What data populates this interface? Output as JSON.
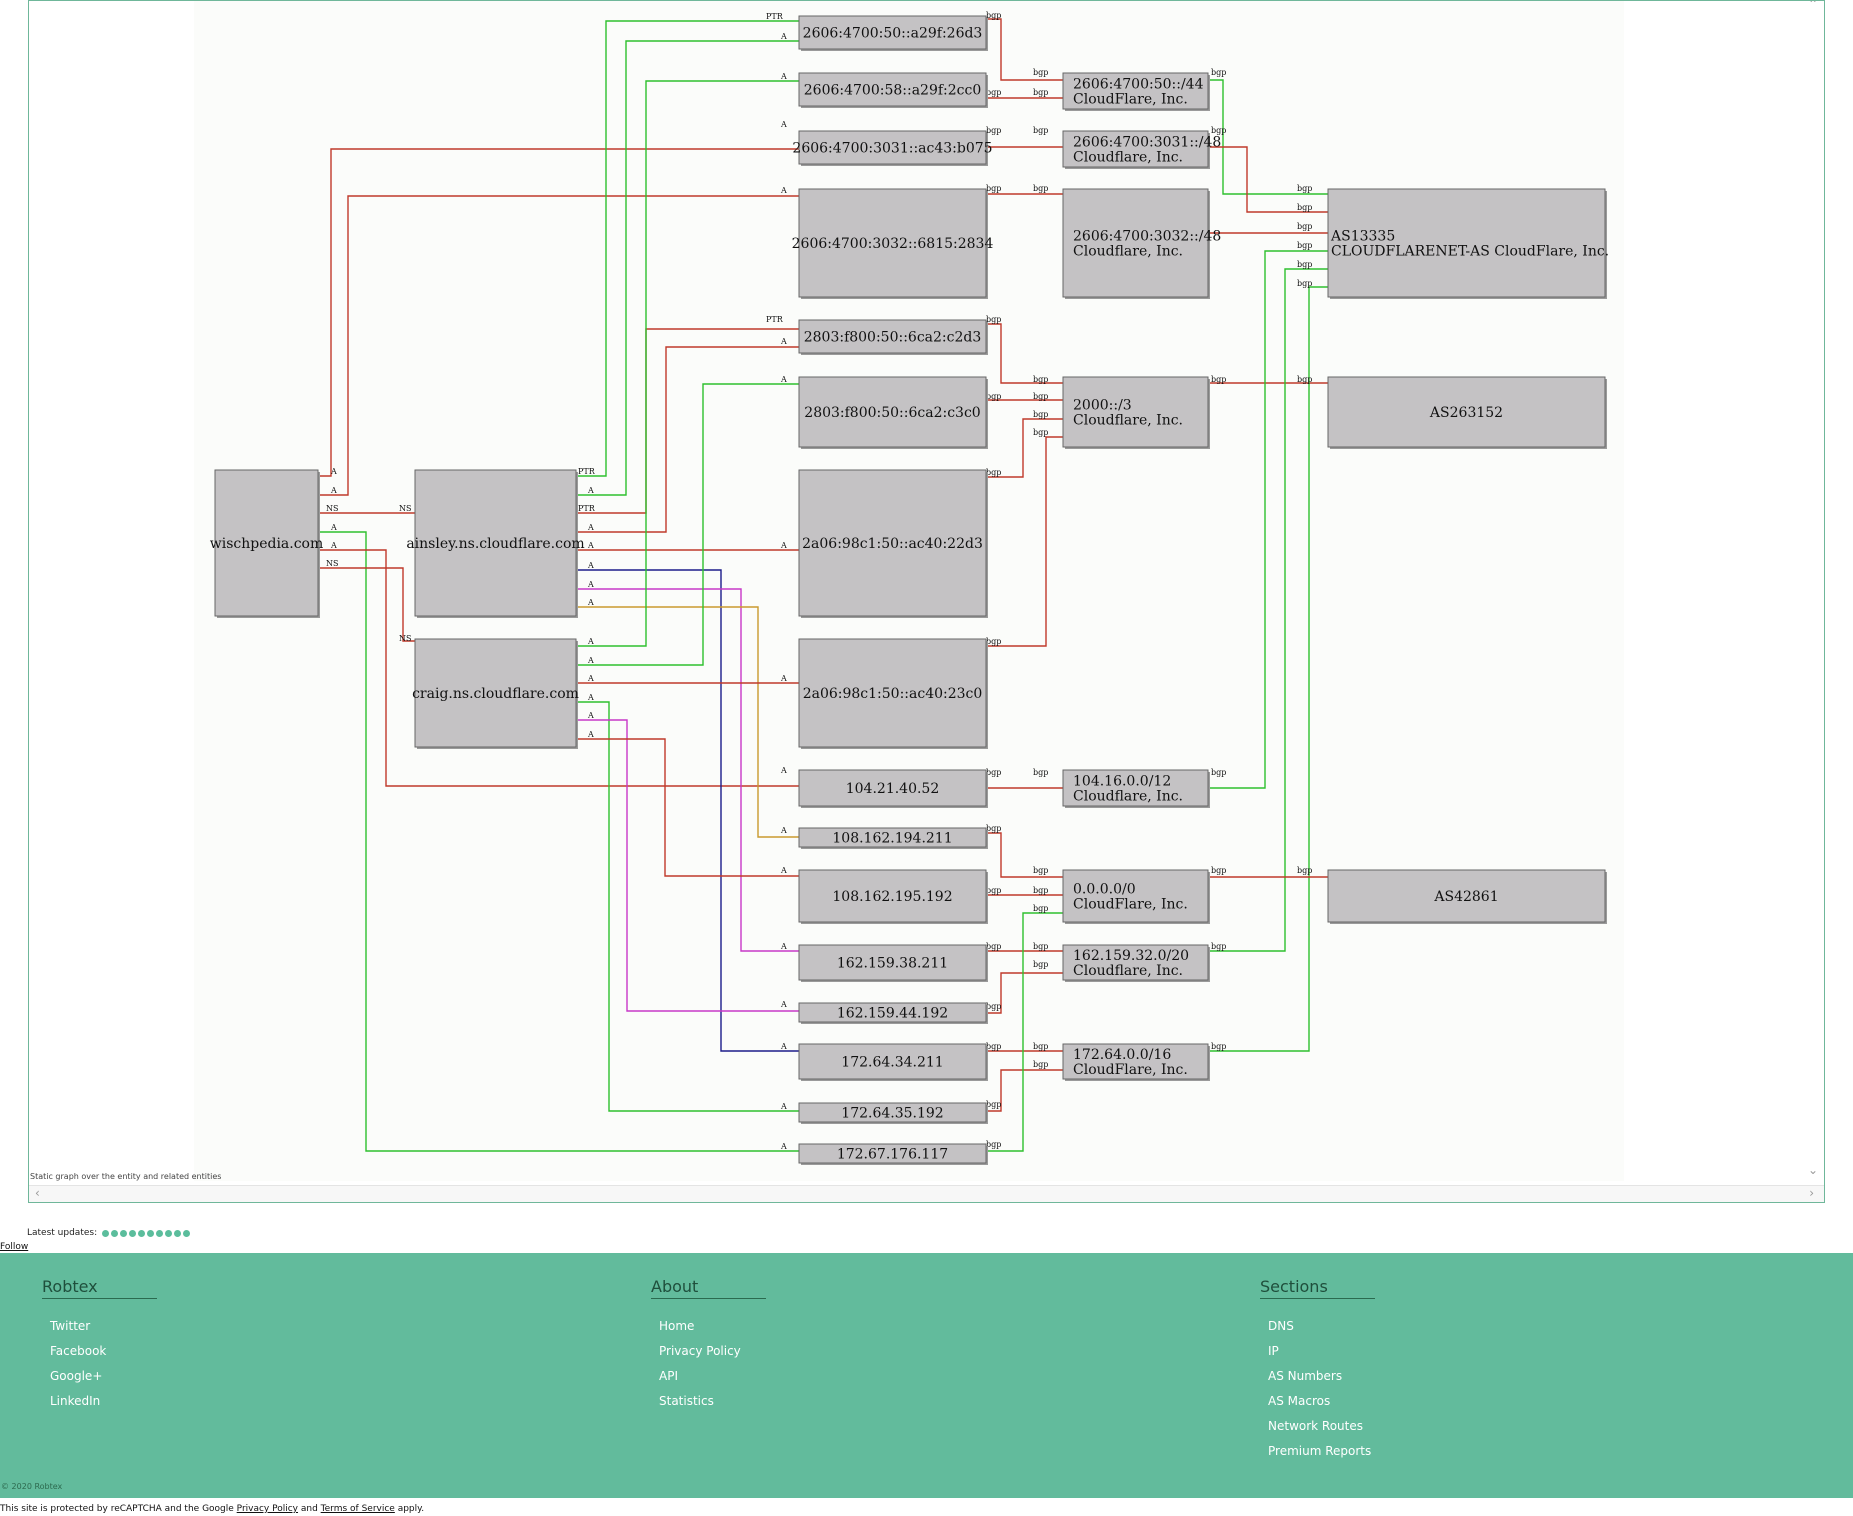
{
  "graph": {
    "caption": "Static graph over the entity and related entities",
    "nodes": [
      {
        "id": "wisch",
        "label": [
          "wischpedia.com"
        ]
      },
      {
        "id": "ainsley",
        "label": [
          "ainsley.ns.cloudflare.com"
        ]
      },
      {
        "id": "craig",
        "label": [
          "craig.ns.cloudflare.com"
        ]
      },
      {
        "id": "ip1",
        "label": [
          "2606:4700:50::a29f:26d3"
        ]
      },
      {
        "id": "ip2",
        "label": [
          "2606:4700:58::a29f:2cc0"
        ]
      },
      {
        "id": "ip3",
        "label": [
          "2606:4700:3031::ac43:b075"
        ]
      },
      {
        "id": "ip4",
        "label": [
          "2606:4700:3032::6815:2834"
        ]
      },
      {
        "id": "ip5",
        "label": [
          "2803:f800:50::6ca2:c2d3"
        ]
      },
      {
        "id": "ip6",
        "label": [
          "2803:f800:50::6ca2:c3c0"
        ]
      },
      {
        "id": "ip7",
        "label": [
          "2a06:98c1:50::ac40:22d3"
        ]
      },
      {
        "id": "ip8",
        "label": [
          "2a06:98c1:50::ac40:23c0"
        ]
      },
      {
        "id": "ip9",
        "label": [
          "104.21.40.52"
        ]
      },
      {
        "id": "ip10",
        "label": [
          "108.162.194.211"
        ]
      },
      {
        "id": "ip11",
        "label": [
          "108.162.195.192"
        ]
      },
      {
        "id": "ip12",
        "label": [
          "162.159.38.211"
        ]
      },
      {
        "id": "ip13",
        "label": [
          "162.159.44.192"
        ]
      },
      {
        "id": "ip14",
        "label": [
          "172.64.34.211"
        ]
      },
      {
        "id": "ip15",
        "label": [
          "172.64.35.192"
        ]
      },
      {
        "id": "ip16",
        "label": [
          "172.67.176.117"
        ]
      },
      {
        "id": "r1",
        "label": [
          "2606:4700:50::/44",
          "CloudFlare, Inc."
        ]
      },
      {
        "id": "r2",
        "label": [
          "2606:4700:3031::/48",
          "Cloudflare, Inc."
        ]
      },
      {
        "id": "r3",
        "label": [
          "2606:4700:3032::/48",
          "Cloudflare, Inc."
        ]
      },
      {
        "id": "r4",
        "label": [
          "2000::/3",
          "Cloudflare, Inc."
        ]
      },
      {
        "id": "r5",
        "label": [
          "104.16.0.0/12",
          "Cloudflare, Inc."
        ]
      },
      {
        "id": "r6",
        "label": [
          "0.0.0.0/0",
          "CloudFlare, Inc."
        ]
      },
      {
        "id": "r7",
        "label": [
          "162.159.32.0/20",
          "Cloudflare, Inc."
        ]
      },
      {
        "id": "r8",
        "label": [
          "172.64.0.0/16",
          "CloudFlare, Inc."
        ]
      },
      {
        "id": "as1",
        "label": [
          "AS13335",
          "CLOUDFLARENET-AS CloudFlare, Inc."
        ]
      },
      {
        "id": "as2",
        "label": [
          "AS263152"
        ]
      },
      {
        "id": "as3",
        "label": [
          "AS42861"
        ]
      }
    ],
    "edge_labels": {
      "a": "A",
      "ns": "NS",
      "ptr": "PTR",
      "bgp": "bgp"
    },
    "colors": {
      "red": "#c0392b",
      "green": "#2ec02e",
      "blue": "#1c1c8a",
      "magenta": "#c838c8",
      "orange": "#c99a2e",
      "node_fill": "#c4c2c4",
      "node_stroke": "#666666",
      "canvas": "#fbfcfa"
    }
  },
  "updates": {
    "label": "Latest updates:"
  },
  "follow": "Follow",
  "footer": {
    "columns": [
      {
        "title": "Robtex",
        "items": [
          "Twitter",
          "Facebook",
          "Google+",
          "LinkedIn"
        ]
      },
      {
        "title": "About",
        "items": [
          "Home",
          "Privacy Policy",
          "API",
          "Statistics"
        ]
      },
      {
        "title": "Sections",
        "items": [
          "DNS",
          "IP",
          "AS Numbers",
          "AS Macros",
          "Network Routes",
          "Premium Reports"
        ]
      }
    ],
    "copyright": "© 2020 Robtex"
  },
  "recaptcha": {
    "before": "This site is protected by reCAPTCHA and the Google ",
    "privacy": "Privacy Policy",
    "and": " and ",
    "terms": "Terms of Service",
    "after": " apply."
  }
}
